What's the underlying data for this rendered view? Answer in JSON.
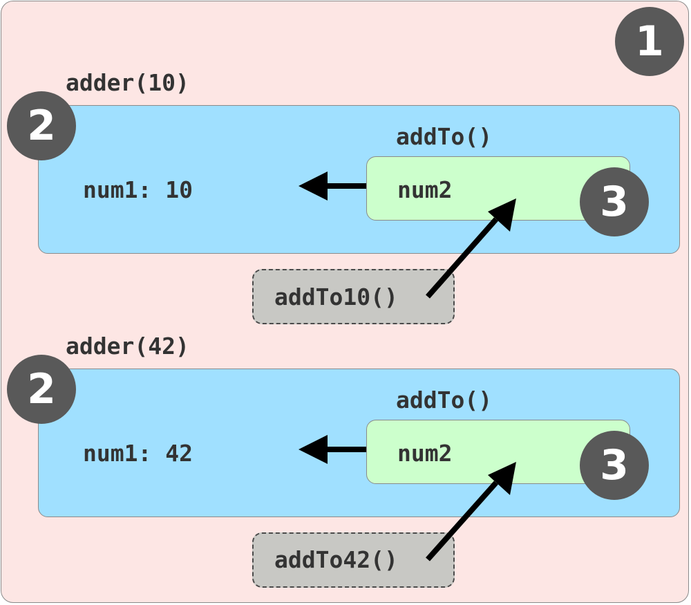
{
  "outer_scope": {
    "badge": "1"
  },
  "closures": [
    {
      "call_label": "adder(10)",
      "badge": "2",
      "variable": "num1: 10",
      "inner": {
        "label": "addTo()",
        "variable": "num2",
        "badge": "3"
      },
      "reference": "addTo10()"
    },
    {
      "call_label": "adder(42)",
      "badge": "2",
      "variable": "num1: 42",
      "inner": {
        "label": "addTo()",
        "variable": "num2",
        "badge": "3"
      },
      "reference": "addTo42()"
    }
  ],
  "colors": {
    "global_scope": "#fde6e4",
    "adder_scope": "#a0e0ff",
    "addto_scope": "#ccffcc",
    "reference": "#c8c8c4",
    "badge": "#595959",
    "arrow": "#000000"
  }
}
